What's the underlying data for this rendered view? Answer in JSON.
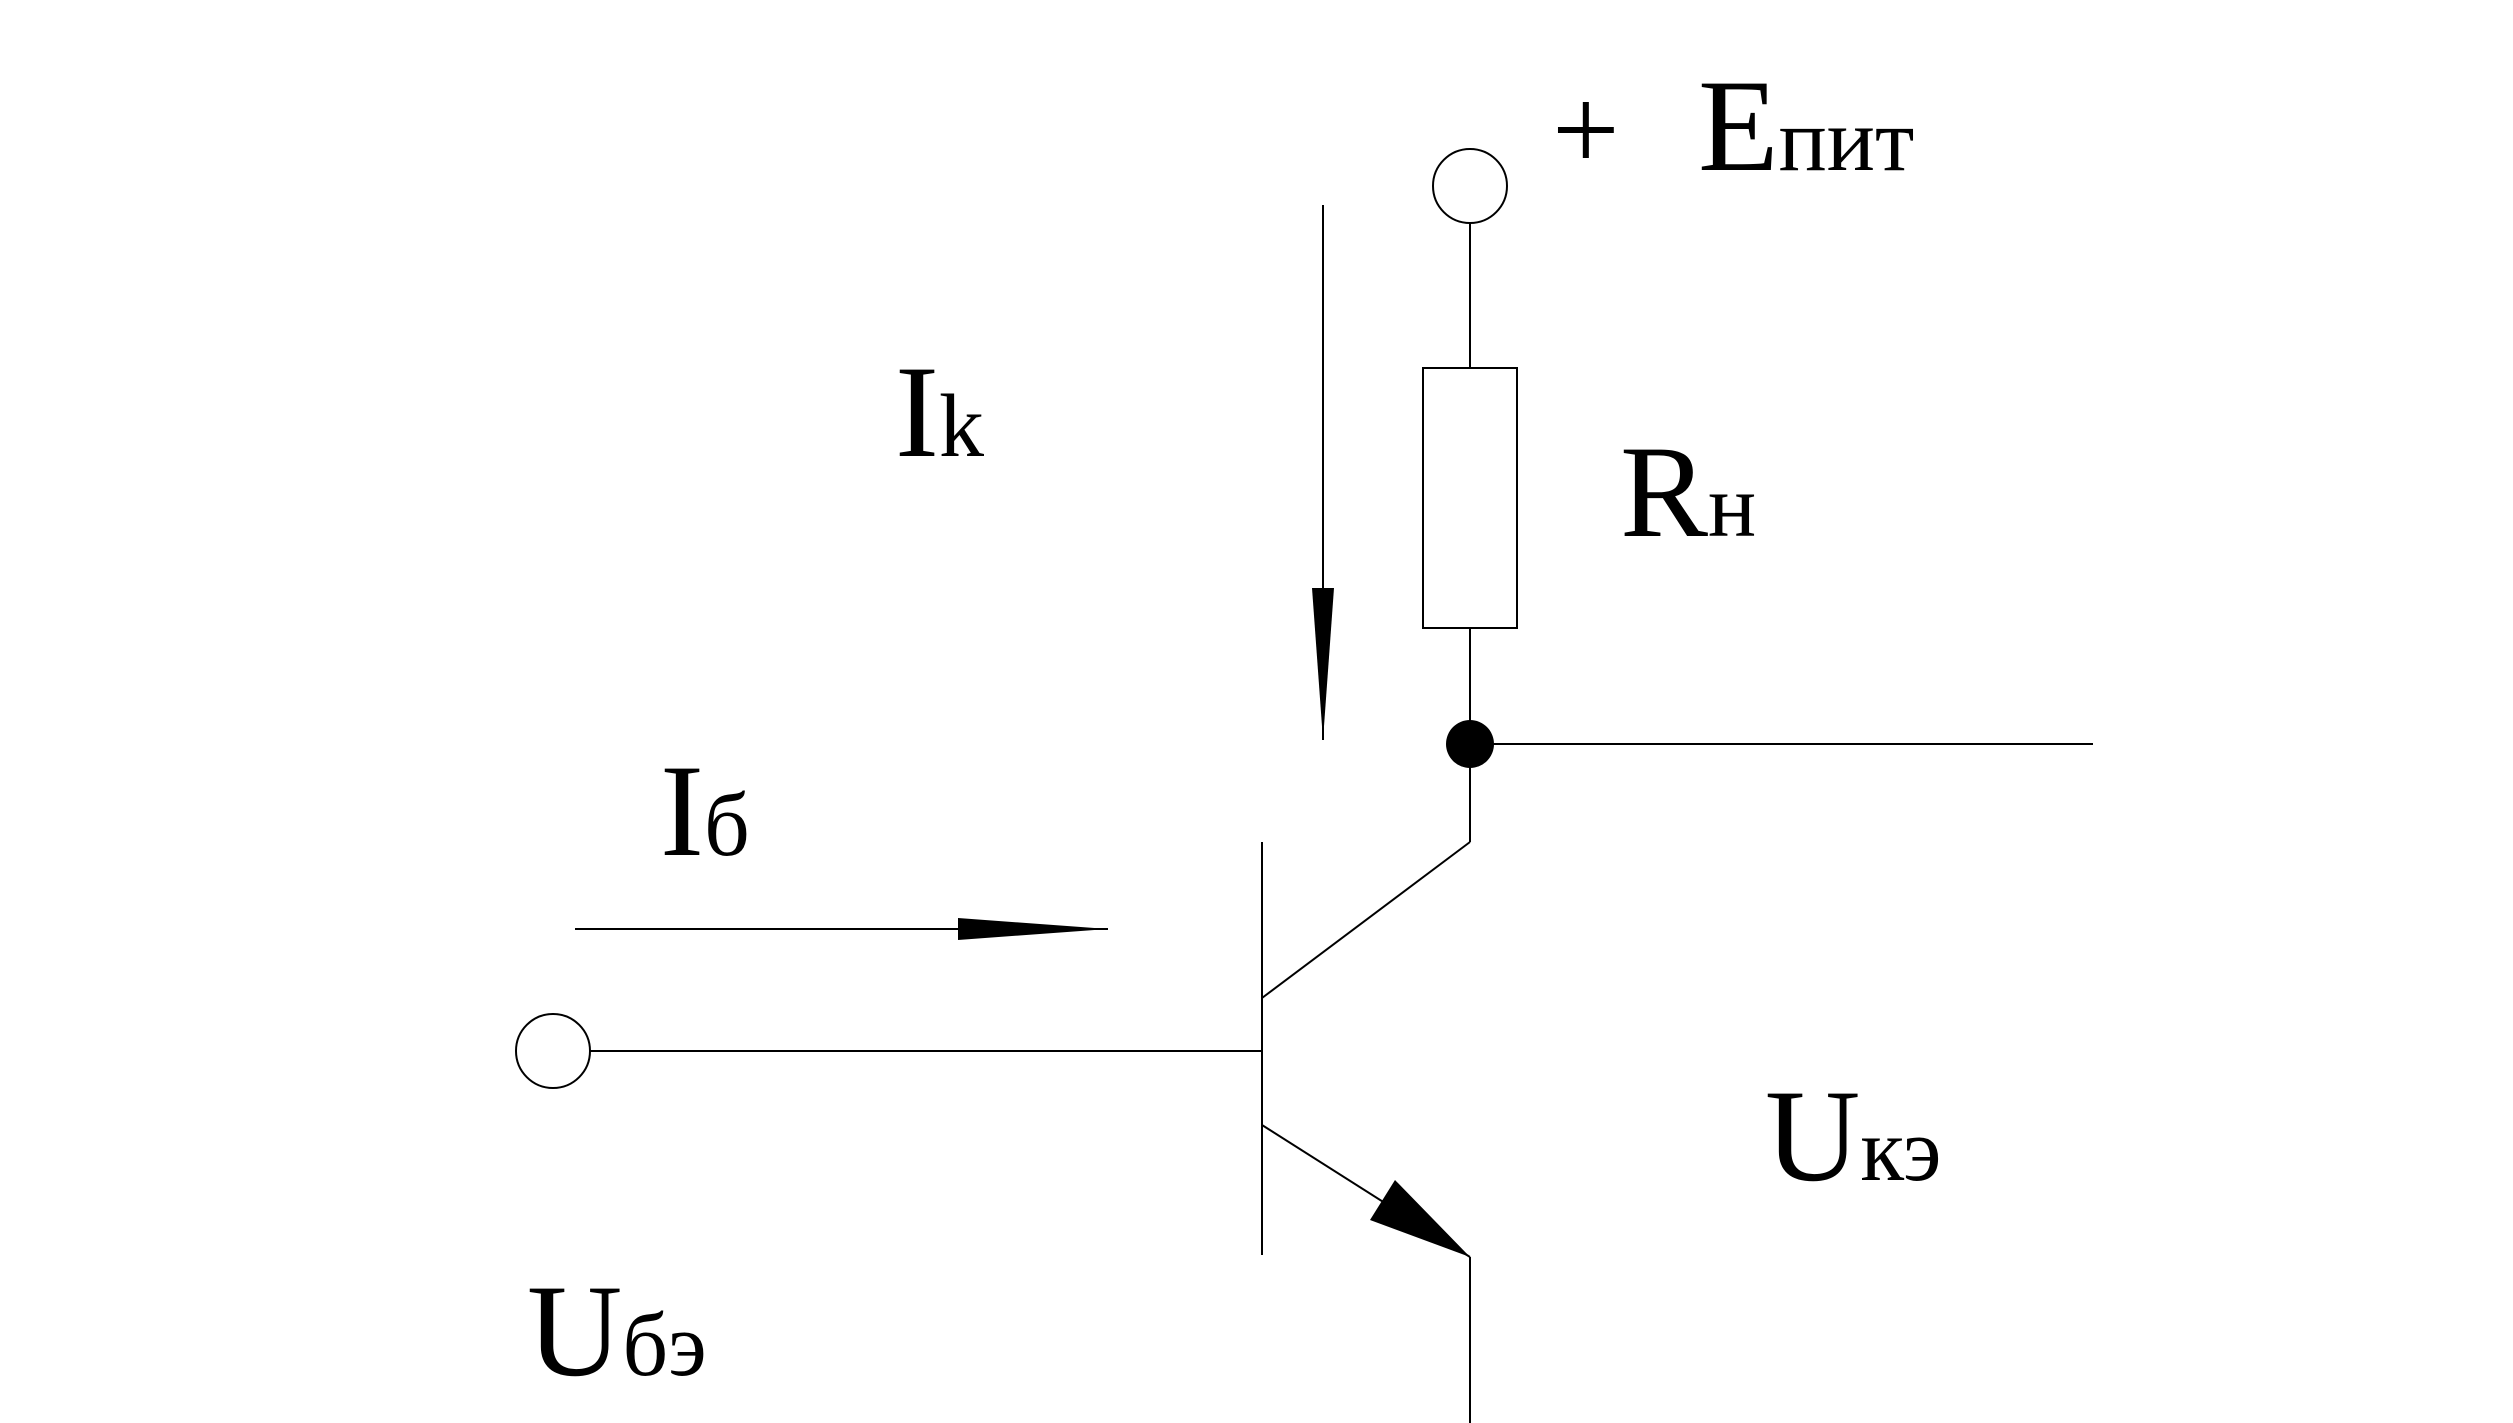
{
  "labels": {
    "supply": {
      "plus": "+",
      "main": "E",
      "sub": "пит"
    },
    "load": {
      "main": "R",
      "sub": "н"
    },
    "collector_current": {
      "main": "I",
      "sub": "k"
    },
    "base_current": {
      "main": "I",
      "sub": "б"
    },
    "collector_emitter_voltage": {
      "main": "U",
      "sub": "кэ"
    },
    "base_emitter_voltage": {
      "main": "U",
      "sub": "бэ"
    }
  },
  "colors": {
    "stroke": "#000000",
    "background": "#ffffff",
    "terminal_fill": "#ffffff"
  }
}
